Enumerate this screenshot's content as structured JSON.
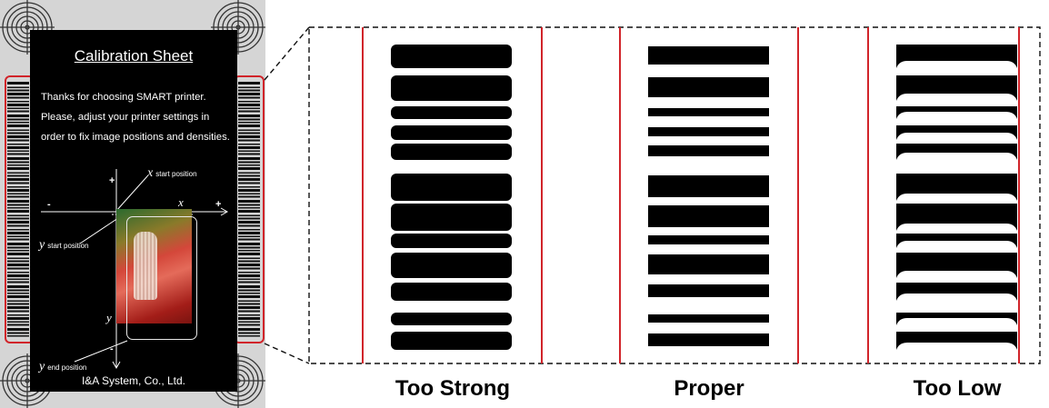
{
  "calibration_sheet": {
    "title": "Calibration Sheet",
    "intro": "Thanks for choosing SMART printer. Please, adjust your printer settings in order to fix image positions and densities.",
    "axis": {
      "x_var": "x",
      "y_var": "y",
      "x_start_label": "start position",
      "y_start_label": "start position",
      "y_end_label": "end position",
      "plus": "+",
      "minus": "-"
    },
    "company": "I&A System, Co., Ltd."
  },
  "density_examples": [
    {
      "label": "Too Strong"
    },
    {
      "label": "Proper"
    },
    {
      "label": "Too Low"
    }
  ],
  "colors": {
    "highlight": "#d1242a",
    "card_background": "#d5d5d5",
    "panel_background": "#000000"
  }
}
